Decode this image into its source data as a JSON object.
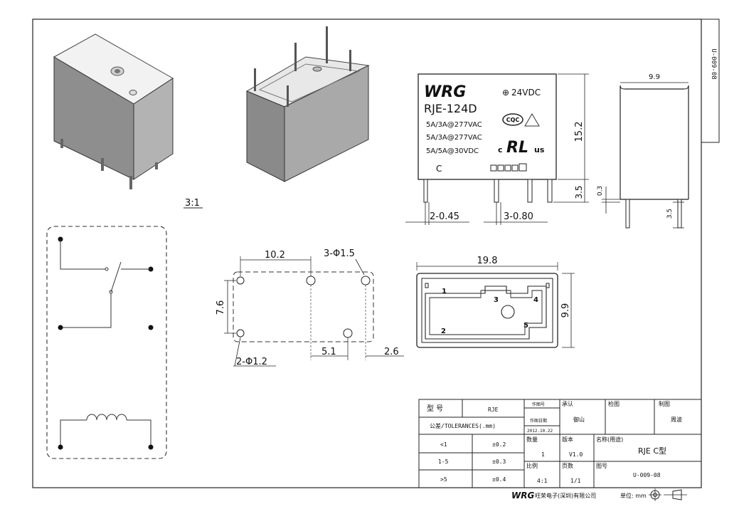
{
  "drawing": {
    "scale_label": "3:1",
    "side_code": "U-009-08"
  },
  "label_face": {
    "brand": "WRG",
    "coil_voltage": "24VDC",
    "model": "RJE-124D",
    "ratings": [
      "5A/3A@277VAC",
      "5A/3A@277VAC",
      "5A/5A@30VDC"
    ],
    "cqc": "CQC",
    "ul_c": "c",
    "ul_mark": "RL",
    "ul_us": "us",
    "letter": "C"
  },
  "dims": {
    "height": "15.2",
    "pin_length": "3.5",
    "pin_thin": "2-0.45",
    "pin_wide": "3-0.80",
    "side_width": "9.9",
    "side_offset": "0.3",
    "side_pin": "3.5",
    "hole_spacing": "10.2",
    "big_holes": "3-Φ1.5",
    "row_spacing": "7.6",
    "small_holes": "2-Φ1.2",
    "pitch_a": "5.1",
    "pitch_b": "2.6",
    "bottom_length": "19.8",
    "bottom_width": "9.9",
    "pin_numbers": [
      "1",
      "2",
      "3",
      "4",
      "5"
    ]
  },
  "title_block": {
    "model_label": "型 号",
    "model_value": "RJE",
    "tolerance_label": "公差/TOLERANCES(.mm)",
    "tol_rows": [
      {
        "range": "<1",
        "tol": "±0.2"
      },
      {
        "range": "1-5",
        "tol": "±0.3"
      },
      {
        "range": ">5",
        "tol": "±0.4"
      }
    ],
    "author_label": "作图号",
    "date_label": "作图日期",
    "date_value": "2012.10.22",
    "approve_label": "承认",
    "approve_value": "御山",
    "check_label": "检图",
    "draw_label": "制图",
    "draw_value": "周波",
    "qty_label": "数量",
    "qty_value": "1",
    "version_label": "版本",
    "version_value": "V1.0",
    "name_label": "名称(用途)",
    "name_value": "RJE  C型",
    "scale_label": "比例",
    "scale_value": "4:1",
    "page_label": "页数",
    "page_value": "1/1",
    "drawing_no_label": "图号",
    "drawing_no_value": "U-009-08"
  },
  "footer": {
    "brand": "WRG",
    "company": "旺荣电子(深圳)有限公司",
    "unit": "单位: mm"
  }
}
